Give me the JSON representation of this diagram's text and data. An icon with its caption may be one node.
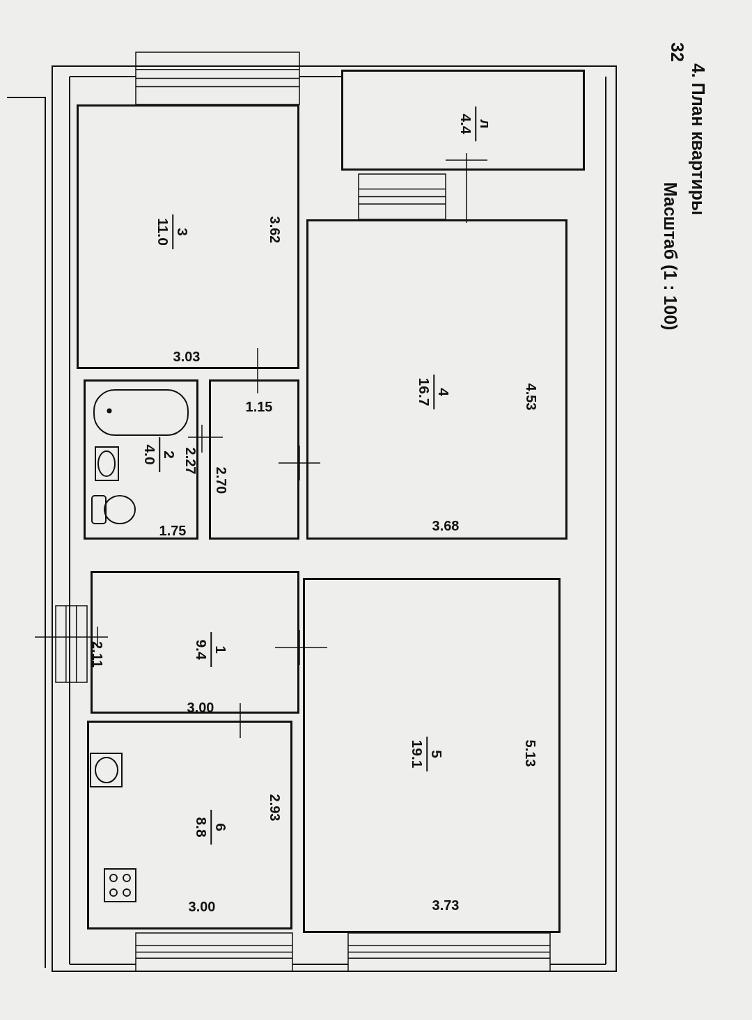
{
  "diagram": {
    "title": "4. План квартиры",
    "nodes": [
      {
        "text": [
          "л",
          "4.4"
        ]
      },
      {
        "text": [
          "3",
          "11.0"
        ]
      },
      {
        "text": [
          "4",
          "16.7"
        ]
      },
      {
        "text": [
          "2",
          "4.0"
        ]
      },
      {
        "text": [],
        "shape": "box"
      },
      {
        "text": [
          "1",
          "9.4"
        ]
      },
      {
        "text": [
          "5",
          "19.1"
        ]
      },
      {
        "text": [
          "6",
          "8.8"
        ]
      }
    ],
    "labels": [
      "32",
      "Масштаб (1 : 100)",
      "3.62",
      "3.03",
      "4.53",
      "3.68",
      "1.15",
      "2.27",
      "2.70",
      "1.75",
      "2.11",
      "3.00",
      "5.13",
      "2.93",
      "3.00",
      "3.73"
    ]
  }
}
